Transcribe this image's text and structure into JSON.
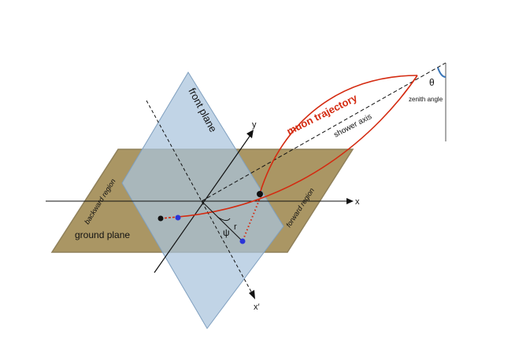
{
  "labels": {
    "front_plane": "front plane",
    "ground_plane": "ground plane",
    "backward_region": "backward region",
    "forward_region": "forward region",
    "muon_trajectory": "muon trajectory",
    "shower_axis": "shower axis",
    "zenith_angle": "zenith angle",
    "theta": "θ",
    "psi": "ψ",
    "r": "r",
    "x_axis": "x",
    "y_axis": "y",
    "x_prime_axis": "x′"
  },
  "colors": {
    "ground_plane": "#a6915c",
    "front_plane": "#a9c3dc",
    "muon_trajectory": "#d42a10",
    "dot_black": "#111111",
    "dot_blue": "#2a34d8",
    "zenith_arc": "#3a76b8"
  }
}
